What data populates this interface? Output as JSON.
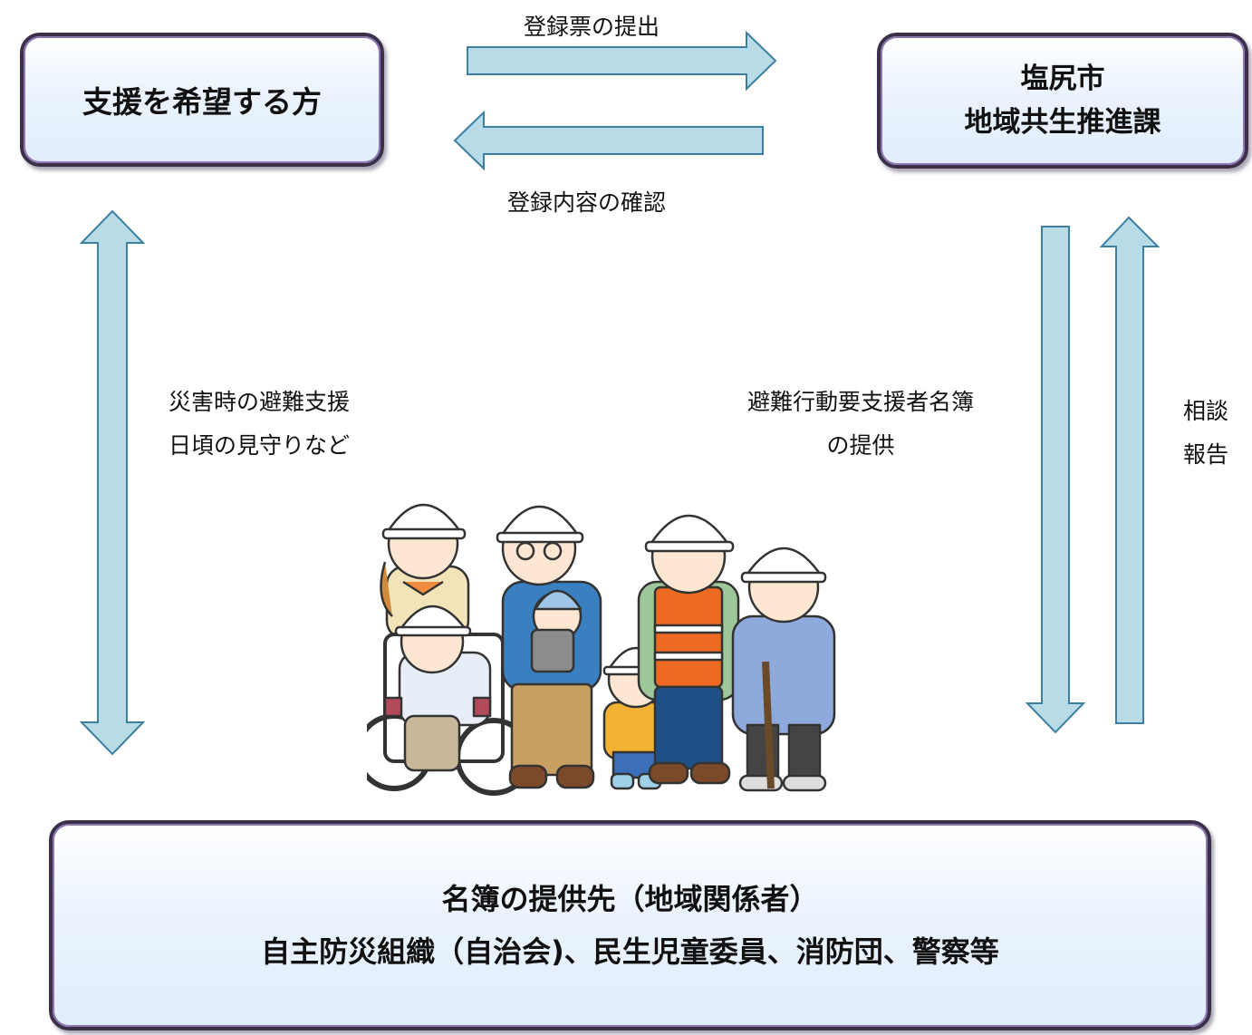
{
  "nodes": {
    "applicant": "支援を希望する方",
    "city_line1": "塩尻市",
    "city_line2": "地域共生推進課",
    "recipients_line1": "名簿の提供先（地域関係者）",
    "recipients_line2": "自主防災組織（自治会)、民生児童委員、消防団、警察等"
  },
  "edges": {
    "submit": "登録票の提出",
    "confirm": "登録内容の確認",
    "support_line1": "災害時の避難支援",
    "support_line2": "日頃の見守りなど",
    "list_line1": "避難行動要支援者名簿",
    "list_line2": "の提供",
    "consult_line1": "相談",
    "consult_line2": "報告"
  },
  "colors": {
    "arrow_fill": "#b7dce8",
    "arrow_stroke": "#3d7fa0",
    "box_border": "#3b2f4a"
  }
}
